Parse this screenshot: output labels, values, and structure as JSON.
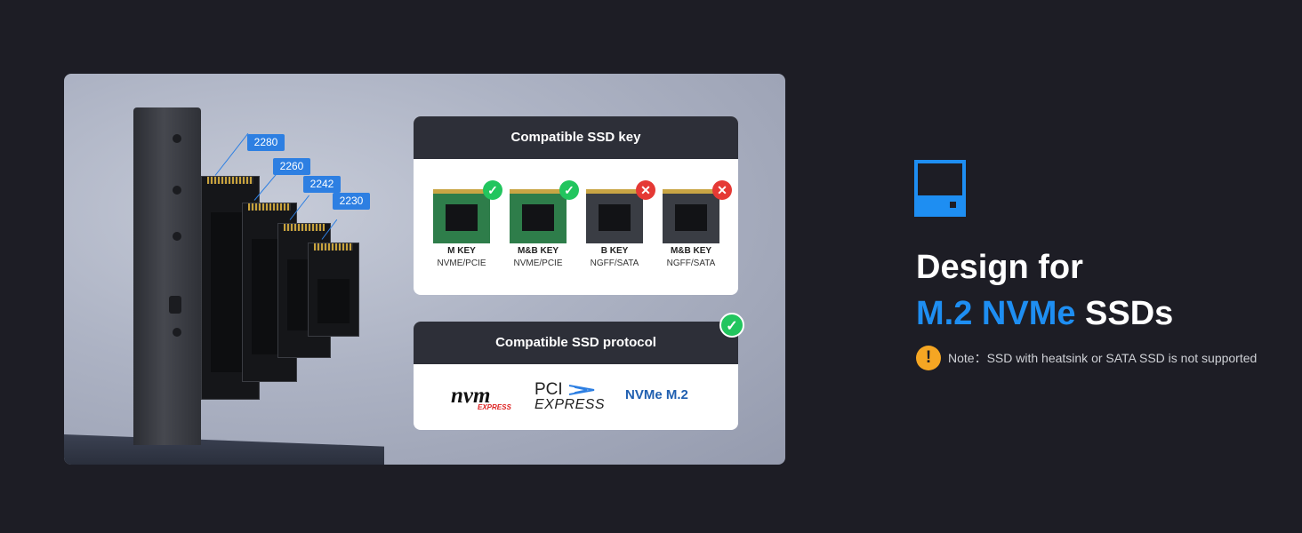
{
  "product_photo": {
    "size_tags": [
      "2280",
      "2260",
      "2242",
      "2230"
    ]
  },
  "ssd_key_card": {
    "title": "Compatible SSD key",
    "keys": [
      {
        "name": "M KEY",
        "protocol": "NVME/PCIE",
        "supported": true
      },
      {
        "name": "M&B KEY",
        "protocol": "NVME/PCIE",
        "supported": true
      },
      {
        "name": "B KEY",
        "protocol": "NGFF/SATA",
        "supported": false
      },
      {
        "name": "M&B KEY",
        "protocol": "NGFF/SATA",
        "supported": false
      }
    ]
  },
  "protocol_card": {
    "title": "Compatible SSD protocol",
    "logos": {
      "nvm_logo": "nvm",
      "nvm_sub": "EXPRESS",
      "pci_logo": "PCI",
      "pci_sub": "EXPRESS",
      "nvme_text": "NVMe M.2"
    }
  },
  "headline": {
    "line1": "Design for",
    "line2_highlight": "M.2 NVMe",
    "line2_rest": "SSDs"
  },
  "note": {
    "icon": "warning-icon",
    "text": "Note：SSD with heatsink or SATA SSD is not supported"
  },
  "colors": {
    "accent_blue": "#1e8ef2",
    "ok_green": "#22c55e",
    "fail_red": "#e53935",
    "warning_orange": "#f5a623",
    "background": "#1d1d25"
  }
}
